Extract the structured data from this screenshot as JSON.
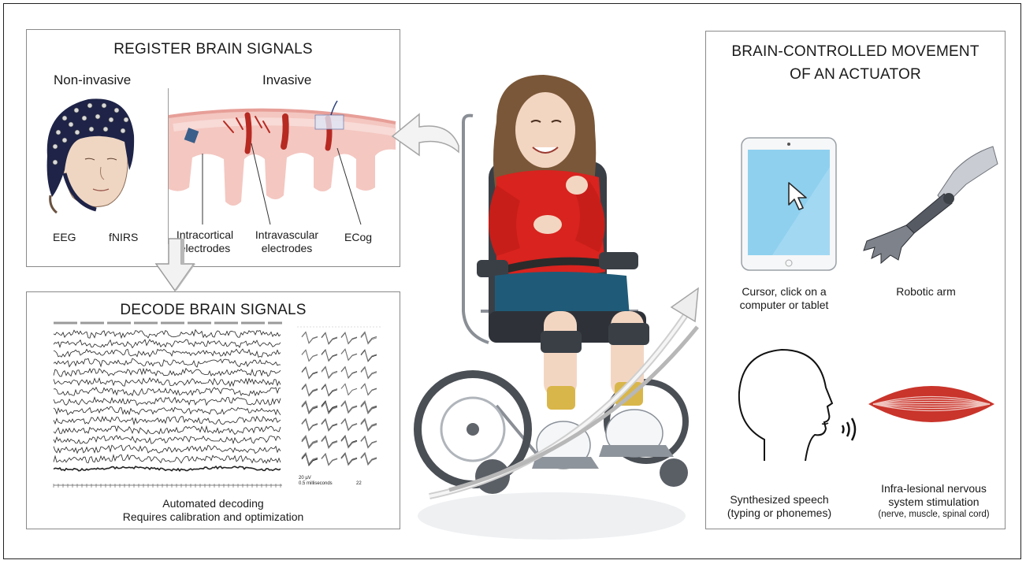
{
  "register": {
    "title": "REGISTER BRAIN SIGNALS",
    "noninvasive": "Non-invasive",
    "invasive": "Invasive",
    "eeg": "EEG",
    "fnirs": "fNIRS",
    "intracortical": [
      "Intracortical",
      "electrodes"
    ],
    "intravascular": [
      "Intravascular",
      "electrodes"
    ],
    "ecog": "ECog"
  },
  "decode": {
    "title": "DECODE BRAIN SIGNALS",
    "caption1": "Automated decoding",
    "caption2": "Requires calibration and optimization",
    "scale_uv": "20 µV",
    "scale_ms": "0.5 milliseconds",
    "tick": "22"
  },
  "actuator": {
    "title1": "BRAIN-CONTROLLED MOVEMENT",
    "title2": "OF AN ACTUATOR",
    "cursor": [
      "Cursor, click on a",
      "computer or tablet"
    ],
    "robotic": "Robotic arm",
    "speech": [
      "Synthesized speech",
      "(typing or phonemes)"
    ],
    "stim": [
      "Infra-lesional nervous",
      "system stimulation"
    ],
    "stim_detail": "(nerve, muscle, spinal cord)"
  },
  "colors": {
    "tablet_screen": "#8fd0ef",
    "cortex_pink": "#f2b6b1",
    "vessel_red": "#b62a22",
    "shirt_red": "#d8231e",
    "shorts_blue": "#1f5b78",
    "eeg_cap": "#1e2347",
    "muscle_red": "#c9342b"
  },
  "icons": {
    "cursor": "pointer-arrow-icon",
    "speech": "sound-waves-icon"
  }
}
